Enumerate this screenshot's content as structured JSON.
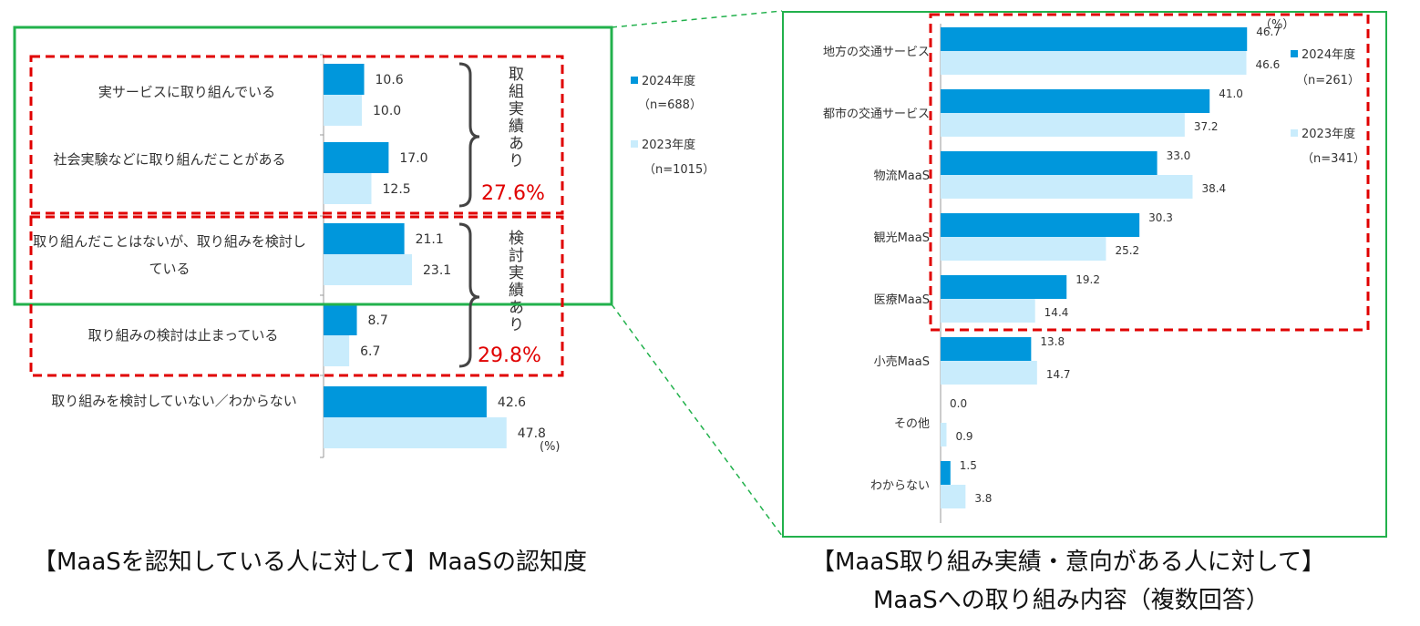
{
  "colors": {
    "y2024": "#0097dc",
    "y2023": "#c9ecfc",
    "highlight_red": "#e00000",
    "highlight_green": "#22b14c"
  },
  "left": {
    "legend": [
      {
        "year": "2024年度",
        "n": "（n=688）"
      },
      {
        "year": "2023年度",
        "n": "（n=1015）"
      }
    ],
    "unit": "(%)",
    "brackets": [
      {
        "label": "取組実績あり",
        "total": "27.6%"
      },
      {
        "label": "検討実績あり",
        "total": "29.8%"
      }
    ],
    "caption": "【MaaSを認知している人に対して】MaaSの認知度"
  },
  "right": {
    "legend": [
      {
        "year": "2024年度",
        "n": "（n=261）"
      },
      {
        "year": "2023年度",
        "n": "（n=341）"
      }
    ],
    "unit": "（%）",
    "caption_line1": "【MaaS取り組み実績・意向がある人に対して】",
    "caption_line2": "MaaSへの取り組み内容（複数回答）"
  },
  "chart_data": [
    {
      "type": "bar",
      "orientation": "horizontal",
      "categories": [
        "実サービスに取り組んでいる",
        "社会実験などに取り組んだことがある",
        "取り組んだことはないが、取り組みを検討している",
        "取り組みの検討は止まっている",
        "取り組みを検討していない／わからない"
      ],
      "series": [
        {
          "name": "2024年度",
          "values": [
            10.6,
            17.0,
            21.1,
            8.7,
            42.6
          ]
        },
        {
          "name": "2023年度",
          "values": [
            10.0,
            12.5,
            23.1,
            6.7,
            47.8
          ]
        }
      ],
      "ylabel": "(%)",
      "grid": false
    },
    {
      "type": "bar",
      "orientation": "horizontal",
      "categories": [
        "地方の交通サービス",
        "都市の交通サービス",
        "物流MaaS",
        "観光MaaS",
        "医療MaaS",
        "小売MaaS",
        "その他",
        "わからない"
      ],
      "series": [
        {
          "name": "2024年度",
          "values": [
            46.7,
            41.0,
            33.0,
            30.3,
            19.2,
            13.8,
            0.0,
            1.5
          ]
        },
        {
          "name": "2023年度",
          "values": [
            46.6,
            37.2,
            38.4,
            25.2,
            14.4,
            14.7,
            0.9,
            3.8
          ]
        }
      ],
      "ylabel": "（%）",
      "grid": false
    }
  ]
}
